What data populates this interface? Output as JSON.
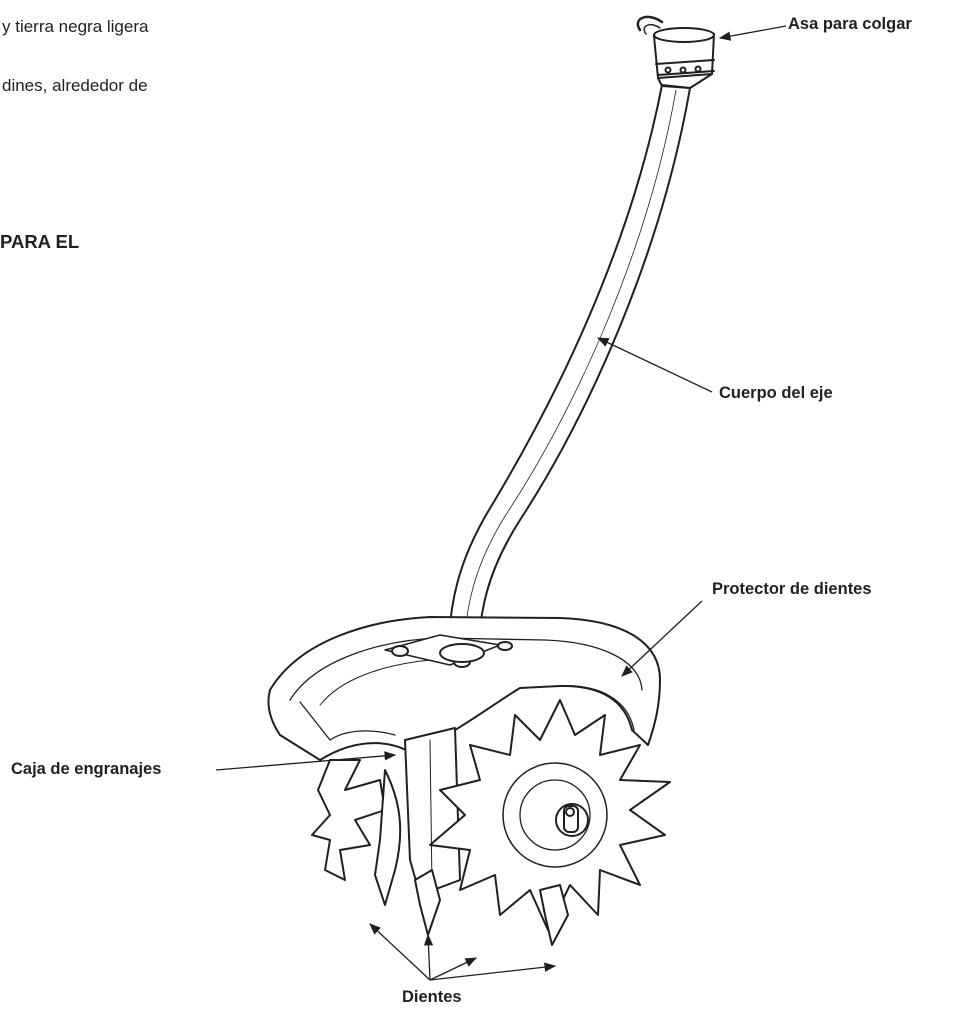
{
  "text": {
    "line1": "y tierra negra ligera",
    "line2": "dines, alrededor de",
    "heading_fragment": "PARA EL"
  },
  "labels": {
    "handle": "Asa para colgar",
    "shaft": "Cuerpo del eje",
    "tine_guard": "Protector de dientes",
    "gearbox": "Caja de engranajes",
    "tines": "Dientes"
  },
  "colors": {
    "ink": "#231f20",
    "fill": "#ffffff"
  }
}
